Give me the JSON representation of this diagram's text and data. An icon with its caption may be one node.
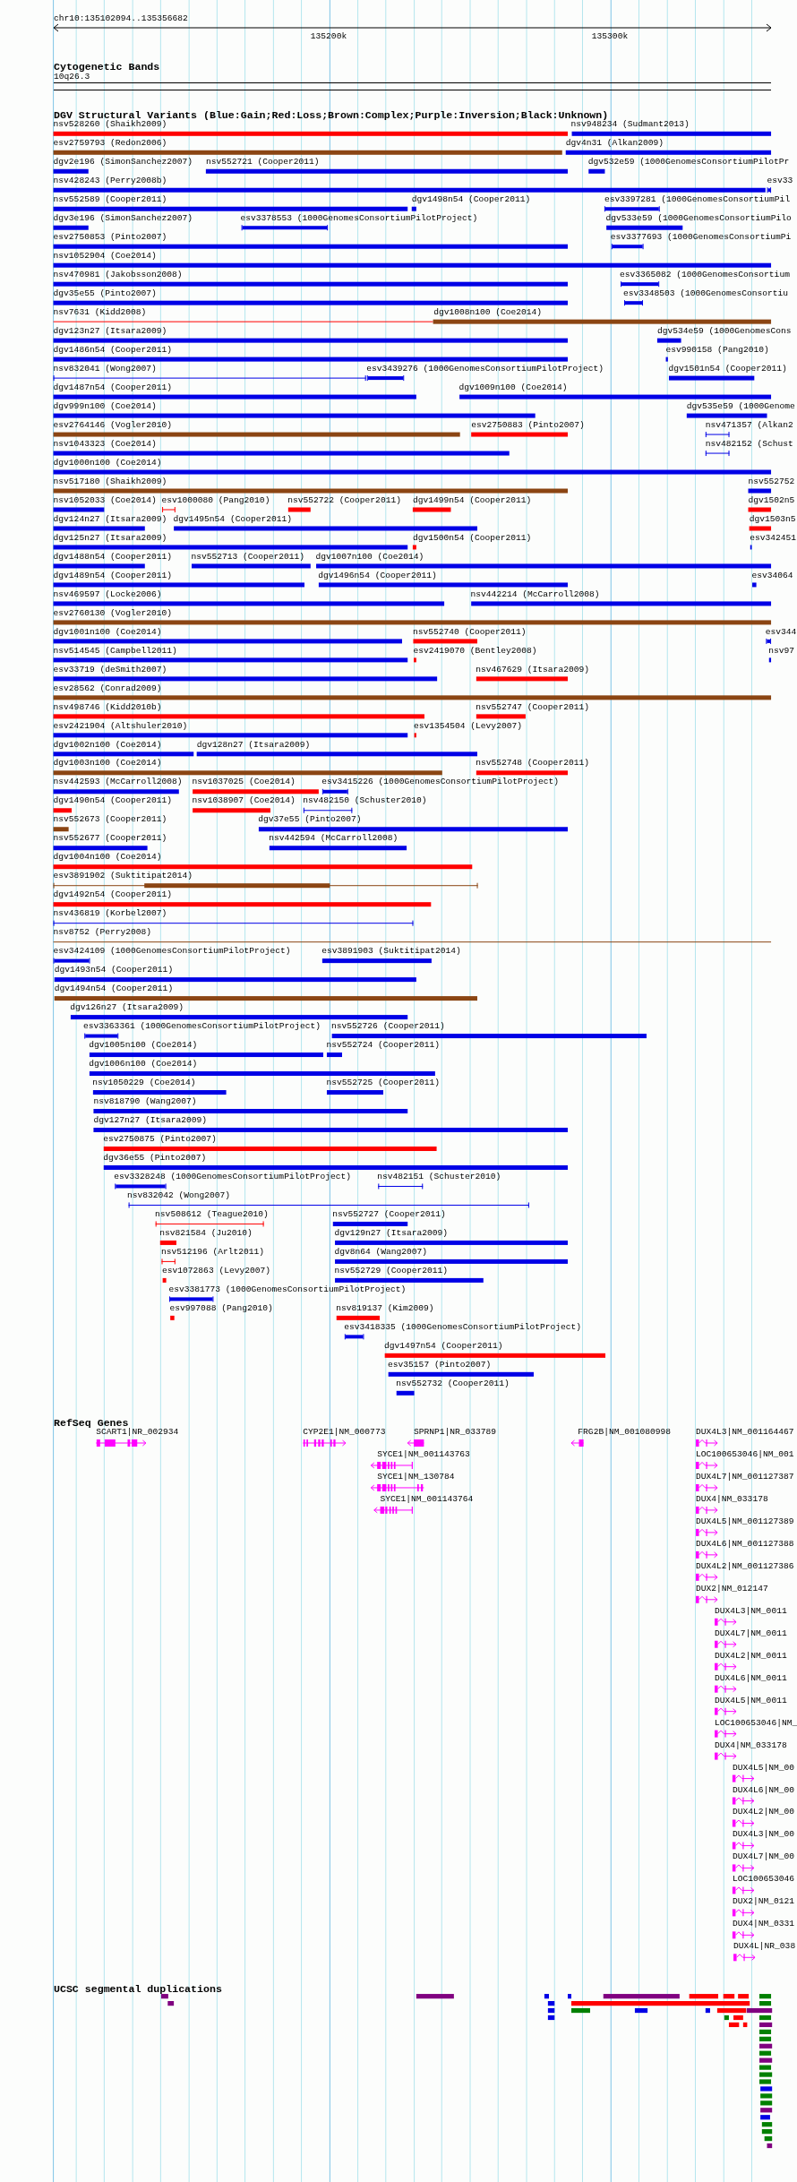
{
  "diagram": {
    "labels": [
      "chr10:135102094..135356682",
      "135200k",
      "135300k",
      "Cytogenetic Bands",
      "10q26.3",
      "DGV Structural Variants (Blue:Gain;Red:Loss;Brown:Complex;Purple:Inversion;Black:Unknown)",
      "nsv528260 (Shaikh2009)",
      "nsv948234 (Sudmant2013)",
      "esv2759793 (Redon2006)",
      "dgv4n31 (Alkan2009)",
      "dgv2e196 (SimonSanchez2007)",
      "nsv552721 (Cooper2011)",
      "dgv532e59 (1000GenomesConsortiumPilotPr",
      "nsv428243 (Perry2008b)",
      "esv33",
      "nsv552589 (Cooper2011)",
      "dgv1498n54 (Cooper2011)",
      "esv3397281 (1000GenomesConsortiumPil",
      "dgv3e196 (SimonSanchez2007)",
      "esv3378553 (1000GenomesConsortiumPilotProject)",
      "dgv533e59 (1000GenomesConsortiumPilo",
      "esv2750853 (Pinto2007)",
      "esv3377693 (1000GenomesConsortiumPi",
      "nsv1052904 (Coe2014)",
      "nsv470981 (Jakobsson2008)",
      "esv3365082 (1000GenomesConsortium",
      "dgv35e55 (Pinto2007)",
      "esv3348503 (1000GenomesConsortiu",
      "nsv7631 (Kidd2008)",
      "dgv1008n100 (Coe2014)",
      "dgv123n27 (Itsara2009)",
      "dgv534e59 (1000GenomesCons",
      "dgv1486n54 (Cooper2011)",
      "esv990158 (Pang2010)",
      "nsv832041 (Wong2007)",
      "esv3439276 (1000GenomesConsortiumPilotProject)",
      "dgv1501n54 (Cooper2011)",
      "dgv1487n54 (Cooper2011)",
      "dgv1009n100 (Coe2014)",
      "dgv999n100 (Coe2014)",
      "dgv535e59 (1000Genome",
      "esv2764146 (Vogler2010)",
      "esv2750883 (Pinto2007)",
      "nsv471357 (Alkan2",
      "nsv1043323 (Coe2014)",
      "nsv482152 (Schust",
      "dgv1000n100 (Coe2014)",
      "nsv517180 (Shaikh2009)",
      "nsv552752",
      "nsv1052033 (Coe2014)",
      "esv1000080 (Pang2010)",
      "nsv552722 (Cooper2011)",
      "dgv1499n54 (Cooper2011)",
      "dgv1502n5",
      "dgv124n27 (Itsara2009)",
      "dgv1495n54 (Cooper2011)",
      "dgv1503n5",
      "dgv125n27 (Itsara2009)",
      "dgv1500n54 (Cooper2011)",
      "esv342451",
      "dgv1488n54 (Cooper2011)",
      "nsv552713 (Cooper2011)",
      "dgv1007n100 (Coe2014)",
      "dgv1489n54 (Cooper2011)",
      "dgv1496n54 (Cooper2011)",
      "esv34064",
      "nsv469597 (Locke2006)",
      "nsv442214 (McCarroll2008)",
      "esv2760130 (Vogler2010)",
      "dgv1001n100 (Coe2014)",
      "nsv552740 (Cooper2011)",
      "esv344",
      "nsv514545 (Campbell2011)",
      "esv2419070 (Bentley2008)",
      "nsv97",
      "esv33719 (deSmith2007)",
      "nsv467629 (Itsara2009)",
      "esv28562 (Conrad2009)",
      "nsv498746 (Kidd2010b)",
      "nsv552747 (Cooper2011)",
      "esv2421904 (Altshuler2010)",
      "esv1354504 (Levy2007)",
      "dgv1002n100 (Coe2014)",
      "dgv128n27 (Itsara2009)",
      "dgv1003n100 (Coe2014)",
      "nsv552748 (Cooper2011)",
      "nsv442593 (McCarroll2008)",
      "nsv1037025 (Coe2014)",
      "esv3415226 (1000GenomesConsortiumPilotProject)",
      "dgv1490n54 (Cooper2011)",
      "nsv1038907 (Coe2014)",
      "nsv482150 (Schuster2010)",
      "nsv552673 (Cooper2011)",
      "dgv37e55 (Pinto2007)",
      "nsv552677 (Cooper2011)",
      "nsv442594 (McCarroll2008)",
      "dgv1004n100 (Coe2014)",
      "esv3891902 (Suktitipat2014)",
      "dgv1492n54 (Cooper2011)",
      "nsv436819 (Korbel2007)",
      "nsv8752 (Perry2008)",
      "esv3424109 (1000GenomesConsortiumPilotProject)",
      "esv3891903 (Suktitipat2014)",
      "dgv1493n54 (Cooper2011)",
      "dgv1494n54 (Cooper2011)",
      "dgv126n27 (Itsara2009)",
      "esv3363361 (1000GenomesConsortiumPilotProject)",
      "nsv552726 (Cooper2011)",
      "dgv1005n100 (Coe2014)",
      "nsv552724 (Cooper2011)",
      "dgv1006n100 (Coe2014)",
      "nsv1050229 (Coe2014)",
      "nsv552725 (Cooper2011)",
      "nsv818790 (Wang2007)",
      "dgv127n27 (Itsara2009)",
      "esv2750875 (Pinto2007)",
      "dgv36e55 (Pinto2007)",
      "esv3328248 (1000GenomesConsortiumPilotProject)",
      "nsv482151 (Schuster2010)",
      "nsv832042 (Wong2007)",
      "nsv508612 (Teague2010)",
      "nsv552727 (Cooper2011)",
      "nsv821584 (Ju2010)",
      "dgv129n27 (Itsara2009)",
      "nsv512196 (Arlt2011)",
      "dgv8n64 (Wang2007)",
      "esv1072863 (Levy2007)",
      "nsv552729 (Cooper2011)",
      "esv3381773 (1000GenomesConsortiumPilotProject)",
      "esv997088 (Pang2010)",
      "nsv819137 (Kim2009)",
      "esv3418335 (1000GenomesConsortiumPilotProject)",
      "dgv1497n54 (Cooper2011)",
      "esv35157 (Pinto2007)",
      "nsv552732 (Cooper2011)",
      "RefSeq Genes",
      "SCART1|NR_002934",
      "CYP2E1|NM_000773",
      "SPRNP1|NR_033789",
      "FRG2B|NM_001080998",
      "DUX4L3|NM_001164467",
      "SYCE1|NM_001143763",
      "LOC100653046|NM_001",
      "SYCE1|NM_130784",
      "DUX4L7|NM_001127387",
      "SYCE1|NM_001143764",
      "DUX4|NM_033178",
      "DUX4L5|NM_001127389",
      "DUX4L6|NM_001127388",
      "DUX4L2|NM_001127386",
      "DUX2|NM_012147",
      "DUX4L3|NM_0011",
      "DUX4L7|NM_0011",
      "DUX4L2|NM_0011",
      "DUX4L6|NM_0011",
      "DUX4L5|NM_0011",
      "LOC100653046|NM_",
      "DUX4|NM_033178",
      "DUX4L5|NM_00",
      "DUX4L6|NM_00",
      "DUX4L2|NM_00",
      "DUX4L3|NM_00",
      "DUX4L7|NM_00",
      "LOC100653046",
      "DUX2|NM_0121",
      "DUX4|NM_0331",
      "DUX4L|NR_038",
      "UCSC segmental duplications"
    ]
  }
}
